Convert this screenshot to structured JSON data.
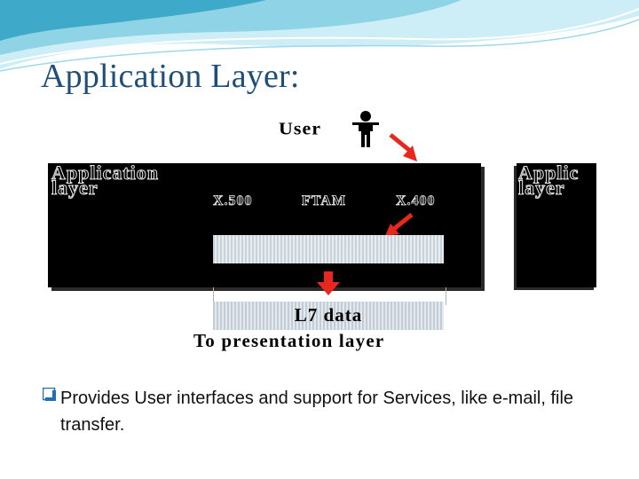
{
  "slide": {
    "title": "Application Layer:",
    "bullet": "Provides User interfaces and support for Services, like e-mail, file transfer."
  },
  "diagram": {
    "user_label": "User",
    "application_layer_label": "Application layer",
    "peer_application_layer_label": "Applic layer",
    "services": [
      "X.500",
      "FTAM",
      "X.400"
    ],
    "data_label": "L7 data",
    "destination_label": "To presentation layer"
  },
  "colors": {
    "title": "#1f4e79",
    "arrow": "#e8281e",
    "panel": "#000000",
    "bullet_icon": "#1f6fb5",
    "swoosh_light": "#b7e3ef",
    "swoosh_dark": "#3fa9c9"
  },
  "icons": {
    "user": "person-icon",
    "bullet": "checkbox-square-icon"
  }
}
